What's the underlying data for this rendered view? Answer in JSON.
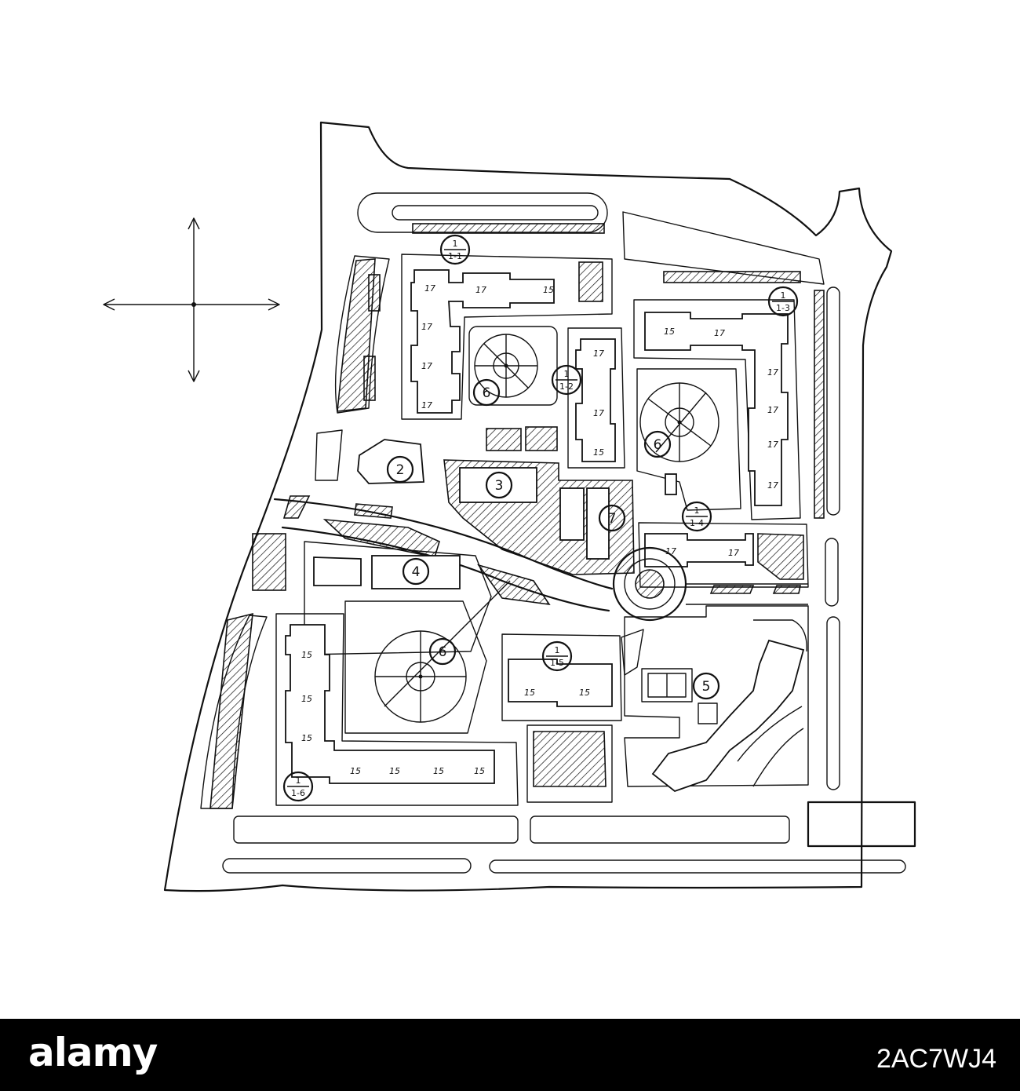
{
  "compass": {
    "icon": "compass-cross-icon"
  },
  "zone_markers": [
    {
      "top": "1",
      "bottom": "1-1"
    },
    {
      "top": "1",
      "bottom": "1-2"
    },
    {
      "top": "1",
      "bottom": "1-3"
    },
    {
      "top": "1",
      "bottom": "1-4"
    },
    {
      "top": "1",
      "bottom": "1-5"
    },
    {
      "top": "1",
      "bottom": "1-6"
    }
  ],
  "facility_markers": [
    "2",
    "3",
    "4",
    "5",
    "6",
    "6",
    "6",
    "7"
  ],
  "floor_labels": {
    "block_1_1": [
      "17",
      "17",
      "15",
      "17",
      "17",
      "17"
    ],
    "block_1_2": [
      "17",
      "17",
      "15"
    ],
    "block_1_3": [
      "15",
      "17",
      "17",
      "17",
      "17",
      "17"
    ],
    "block_1_4": [
      "17",
      "17"
    ],
    "block_1_5": [
      "15",
      "15"
    ],
    "block_1_6": [
      "15",
      "15",
      "15",
      "15",
      "15",
      "15",
      "15"
    ]
  },
  "footer": {
    "watermark": "alamy",
    "image_code": "2AC7WJ4"
  }
}
